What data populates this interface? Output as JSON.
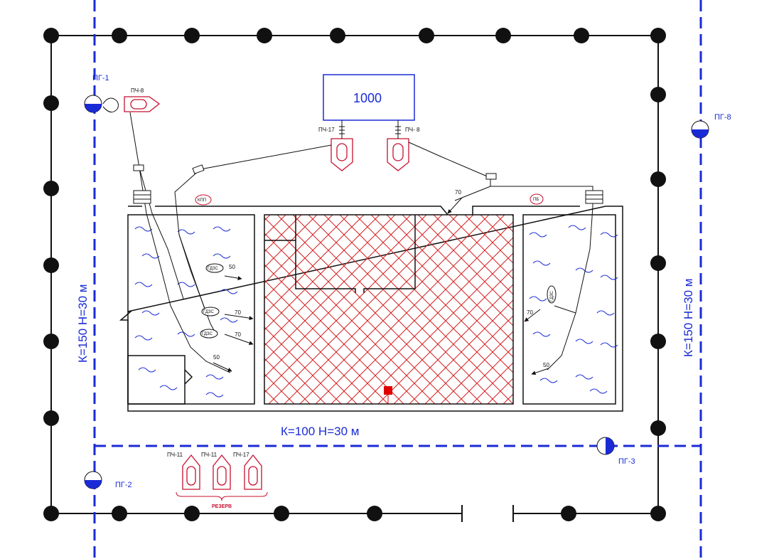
{
  "colors": {
    "water_line": "#1a2bd6",
    "fire": "#d62020",
    "wall": "#111111",
    "truck": "#c8102e"
  },
  "labels": {
    "tank_volume": "1000",
    "main_left": "К=150  Н=30 м",
    "main_right": "К=150  Н=30 м",
    "main_bottom": "К=100  Н=30 м",
    "reserve": "РЕЗЕРВ"
  },
  "hydrants": {
    "pg1": "ПГ-1",
    "pg2": "ПГ-2",
    "pg3": "ПГ-3",
    "pg8": "ПГ-8"
  },
  "trucks": {
    "t1": "ПЧ-8",
    "t2": "ПЧ-17",
    "t3": "ПЧ- 8",
    "r1": "ПЧ-11",
    "r2": "ПЧ-11",
    "r3": "ПЧ-17"
  },
  "equipment": {
    "kpp": "КПП",
    "pb": "ПБ",
    "gdzs1": "ГДЗС",
    "gdzs2": "ГДЗС",
    "gdzs3": "ГДЗС",
    "gdzs4": "ГДЗС"
  },
  "nozzles": {
    "n1": "50",
    "n2": "70",
    "n3": "70",
    "n4": "50",
    "n5": "70",
    "n6": "70",
    "n7": "50"
  }
}
